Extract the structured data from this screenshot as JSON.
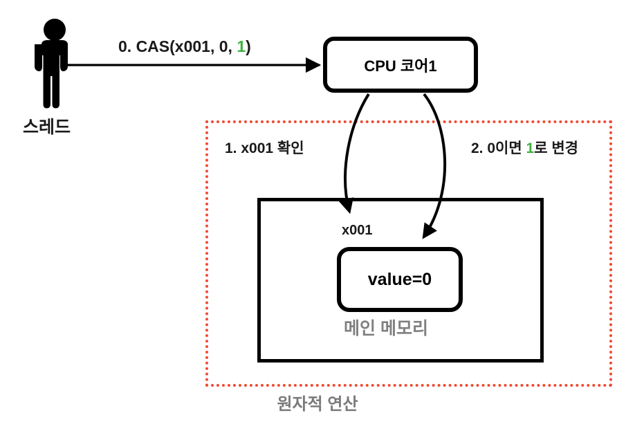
{
  "diagram": {
    "title_caption": "원자적 연산",
    "actor": {
      "icon": "person-icon",
      "label": "스레드"
    },
    "cpu": {
      "label": "CPU 코어1"
    },
    "memory": {
      "label": "메인 메모리",
      "address_label": "x001",
      "cell_value_label": "value=0"
    },
    "steps": [
      {
        "id": "step0",
        "prefix": "0. CAS(x001, 0, ",
        "highlight": "1",
        "suffix": ")"
      },
      {
        "id": "step1",
        "prefix": "1. x001 확인",
        "highlight": "",
        "suffix": ""
      },
      {
        "id": "step2",
        "prefix": "2. 0이면 ",
        "highlight": "1",
        "suffix": "로 변경"
      }
    ],
    "colors": {
      "highlight_green": "#3eb23e",
      "atomic_border_red": "#f04a32",
      "gray_text": "#808080",
      "caption_gray": "#7a7a7a",
      "stroke_black": "#000000"
    }
  }
}
